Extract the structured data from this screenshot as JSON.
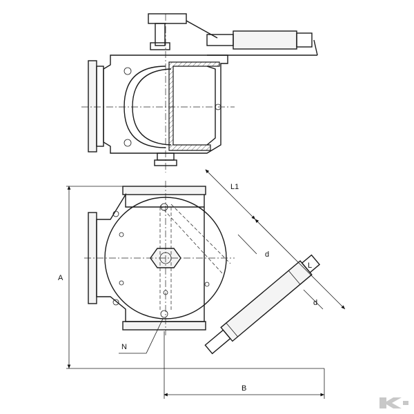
{
  "labels": {
    "L1": "L1",
    "d_upper": "d",
    "L": "L",
    "d_lower": "d",
    "A": "A",
    "B": "B",
    "N": "N"
  },
  "logo": {
    "name": "brand-logo-icon",
    "color": "#c8c8c8"
  }
}
